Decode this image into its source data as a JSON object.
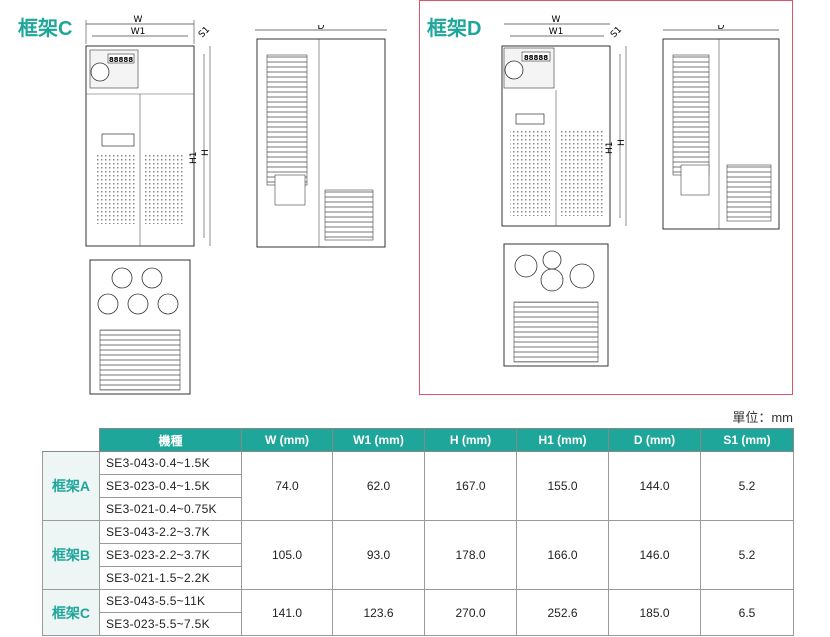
{
  "frames": {
    "c_title": "框架C",
    "d_title": "框架D"
  },
  "dims": {
    "w": "W",
    "w1": "W1",
    "s1": "S1",
    "d": "D",
    "h1": "H1",
    "h": "H"
  },
  "display_text": "88888",
  "unit_label": "單位：mm",
  "table": {
    "headers": [
      "機種",
      "W (mm)",
      "W1 (mm)",
      "H (mm)",
      "H1 (mm)",
      "D (mm)",
      "S1 (mm)"
    ],
    "groups": [
      {
        "frame": "框架A",
        "models": [
          "SE3-043-0.4~1.5K",
          "SE3-023-0.4~1.5K",
          "SE3-021-0.4~0.75K"
        ],
        "w": "74.0",
        "w1": "62.0",
        "h": "167.0",
        "h1": "155.0",
        "d": "144.0",
        "s1": "5.2"
      },
      {
        "frame": "框架B",
        "models": [
          "SE3-043-2.2~3.7K",
          "SE3-023-2.2~3.7K",
          "SE3-021-1.5~2.2K"
        ],
        "w": "105.0",
        "w1": "93.0",
        "h": "178.0",
        "h1": "166.0",
        "d": "146.0",
        "s1": "5.2"
      },
      {
        "frame": "框架C",
        "models": [
          "SE3-043-5.5~11K",
          "SE3-023-5.5~7.5K"
        ],
        "w": "141.0",
        "w1": "123.6",
        "h": "270.0",
        "h1": "252.6",
        "d": "185.0",
        "s1": "6.5"
      }
    ]
  }
}
